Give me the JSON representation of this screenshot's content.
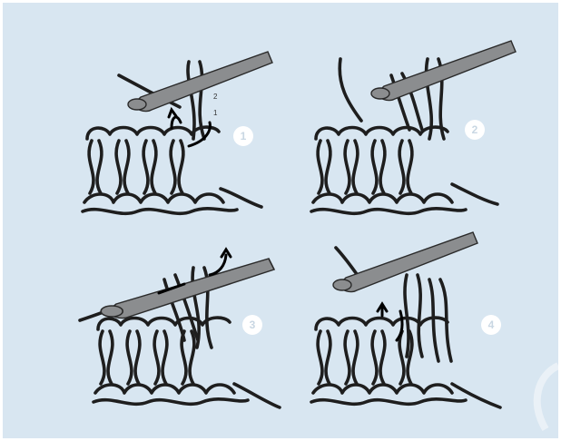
{
  "steps": [
    {
      "number": "1",
      "loop_labels": [
        "2",
        "1"
      ]
    },
    {
      "number": "2"
    },
    {
      "number": "3"
    },
    {
      "number": "4"
    }
  ],
  "colors": {
    "background": "#d8e6f1",
    "yarn_outline": "#1e1e1e",
    "yarn_fill": "#ffffff",
    "hook": "#8b8d8f",
    "arrow": "#000000"
  },
  "icons": [
    "crochet-hook-icon",
    "yarn-swatch-icon",
    "curved-arrow-icon"
  ]
}
